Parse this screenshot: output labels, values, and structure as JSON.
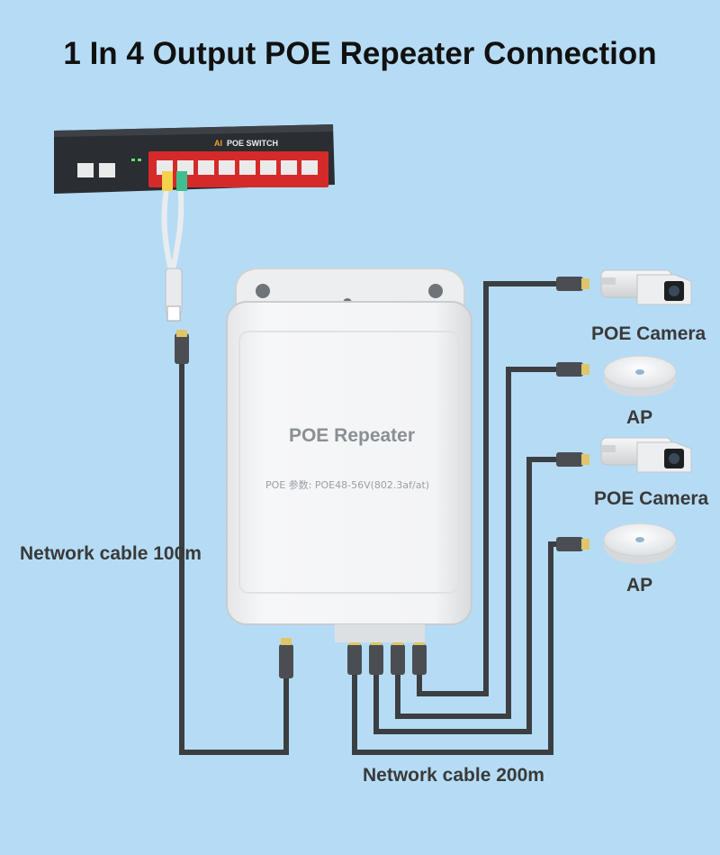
{
  "title": "1 In 4 Output POE Repeater Connection",
  "switch": {
    "brand_label": "POE SWITCH",
    "brand_prefix": "AI"
  },
  "repeater": {
    "name": "POE Repeater",
    "spec": "POE 参数: POE48-56V(802.3af/at)"
  },
  "devices": [
    {
      "type": "camera",
      "label": "POE Camera"
    },
    {
      "type": "ap",
      "label": "AP"
    },
    {
      "type": "camera",
      "label": "POE Camera"
    },
    {
      "type": "ap",
      "label": "AP"
    }
  ],
  "cables": {
    "input_label": "Network cable 100m",
    "output_label": "Network cable 200m"
  },
  "colors": {
    "background": "#b6dcf5",
    "cable": "#3b3f42",
    "switch_port_bar": "#d42a2a"
  }
}
